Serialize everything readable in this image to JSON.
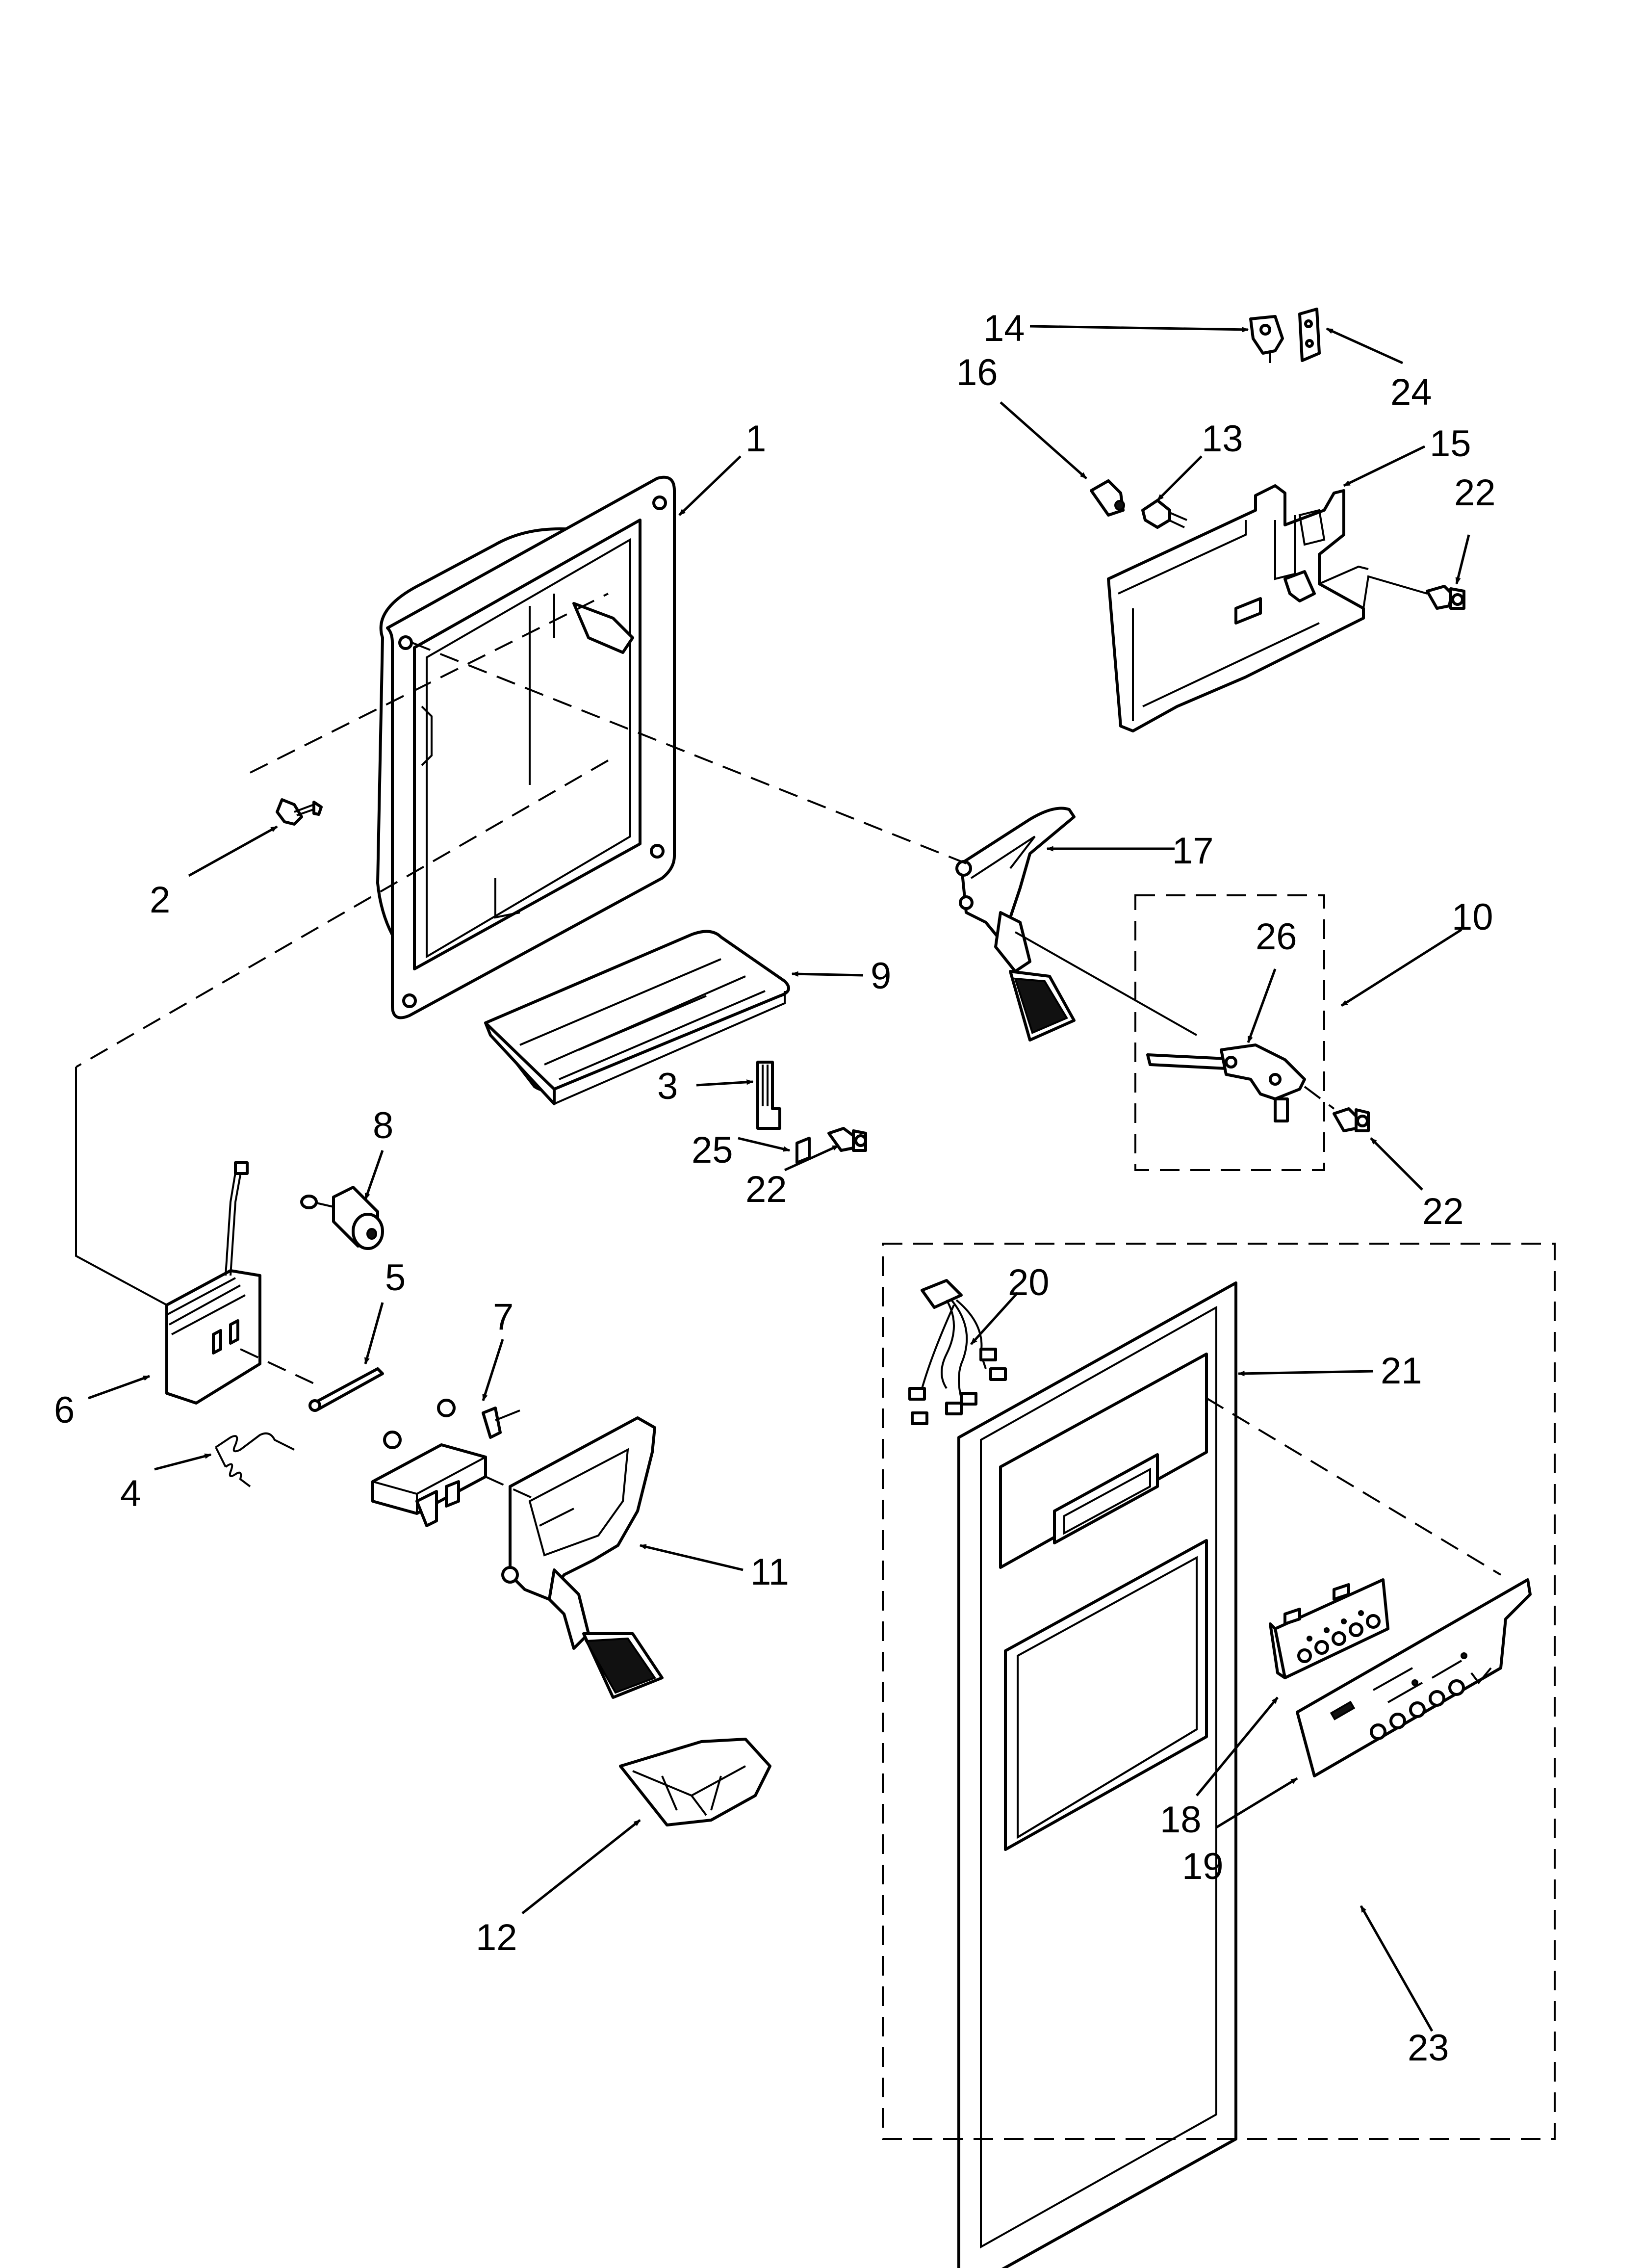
{
  "diagram": {
    "callouts": [
      {
        "id": "1",
        "label": "1"
      },
      {
        "id": "2",
        "label": "2"
      },
      {
        "id": "3",
        "label": "3"
      },
      {
        "id": "4",
        "label": "4"
      },
      {
        "id": "5",
        "label": "5"
      },
      {
        "id": "6",
        "label": "6"
      },
      {
        "id": "7",
        "label": "7"
      },
      {
        "id": "8",
        "label": "8"
      },
      {
        "id": "9",
        "label": "9"
      },
      {
        "id": "10",
        "label": "10"
      },
      {
        "id": "11",
        "label": "11"
      },
      {
        "id": "12",
        "label": "12"
      },
      {
        "id": "13",
        "label": "13"
      },
      {
        "id": "14",
        "label": "14"
      },
      {
        "id": "15",
        "label": "15"
      },
      {
        "id": "16",
        "label": "16"
      },
      {
        "id": "17",
        "label": "17"
      },
      {
        "id": "18",
        "label": "18"
      },
      {
        "id": "19",
        "label": "19"
      },
      {
        "id": "20",
        "label": "20"
      },
      {
        "id": "21",
        "label": "21"
      },
      {
        "id": "22a",
        "label": "22"
      },
      {
        "id": "22b",
        "label": "22"
      },
      {
        "id": "22c",
        "label": "22"
      },
      {
        "id": "23",
        "label": "23"
      },
      {
        "id": "24",
        "label": "24"
      },
      {
        "id": "25",
        "label": "25"
      },
      {
        "id": "26",
        "label": "26"
      }
    ]
  }
}
